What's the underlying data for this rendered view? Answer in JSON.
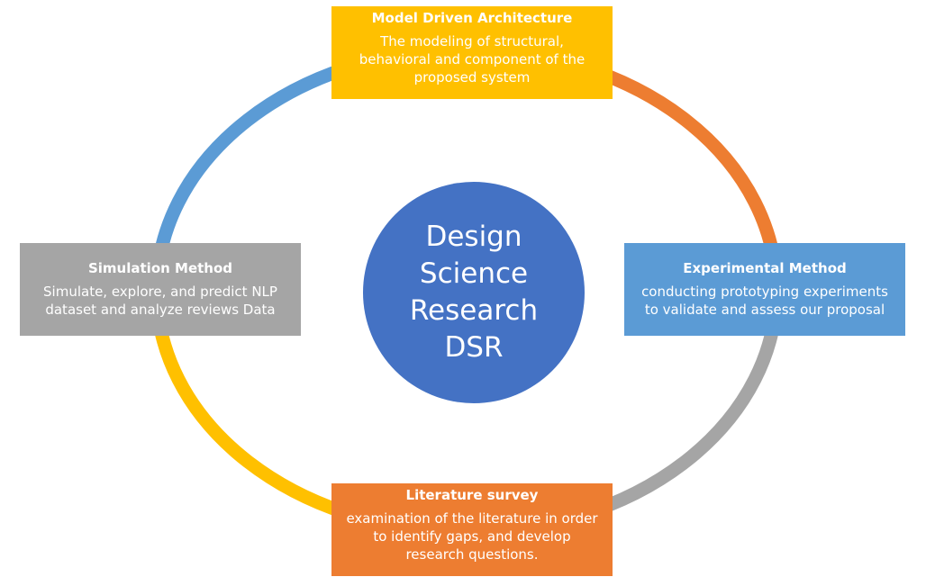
{
  "colors": {
    "segment_top_right": "#ED7D31",
    "segment_bottom_right": "#A5A5A5",
    "segment_bottom_left": "#FFC000",
    "segment_top_left": "#5B9BD5",
    "center_circle": "#4472C4"
  },
  "center": {
    "text": "Design\nScience\nResearch\nDSR"
  },
  "boxes": {
    "model_driven": {
      "title": "Model Driven Architecture",
      "desc": "The modeling of structural,\nbehavioral and component  of the\nproposed system",
      "color": "#FFC000"
    },
    "experimental": {
      "title": "Experimental Method",
      "desc": "conducting prototyping experiments\nto validate and assess our proposal",
      "color": "#5B9BD5"
    },
    "literature": {
      "title": "Literature survey",
      "desc": "examination of the literature in order\nto identify gaps, and develop\nresearch questions.",
      "color": "#ED7D31"
    },
    "simulation": {
      "title": "Simulation Method",
      "desc": "Simulate, explore, and predict NLP\ndataset and analyze reviews Data",
      "color": "#A5A5A5"
    }
  }
}
